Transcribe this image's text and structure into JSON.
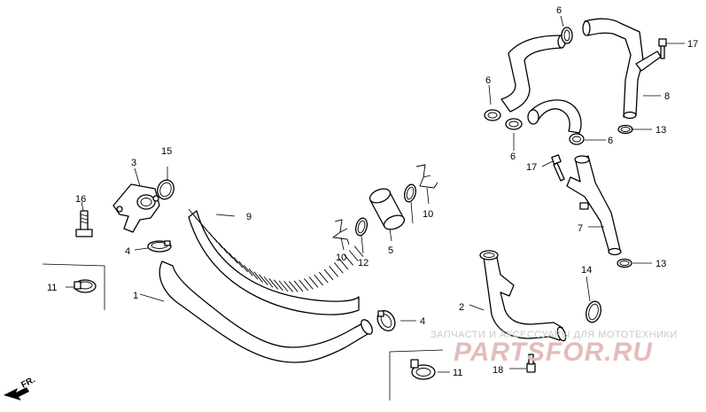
{
  "watermark": {
    "line1": "ЗАПЧАСТИ И АКСЕССУАРЫ ДЛЯ МОТОТЕХНИКИ",
    "logo": "PARTSFOR.RU"
  },
  "direction_label": "FR.",
  "callouts": {
    "c1": "1",
    "c2": "2",
    "c3": "3",
    "c4a": "4",
    "c4b": "4",
    "c5": "5",
    "c6a": "6",
    "c6b": "6",
    "c6c": "6",
    "c6d": "6",
    "c7": "7",
    "c8": "8",
    "c9": "9",
    "c10a": "10",
    "c10b": "10",
    "c11a": "11",
    "c11b": "11",
    "c12": "12",
    "c13a": "13",
    "c13b": "13",
    "c14": "14",
    "c15": "15",
    "c16": "16",
    "c17a": "17",
    "c17b": "17",
    "c18": "18"
  }
}
